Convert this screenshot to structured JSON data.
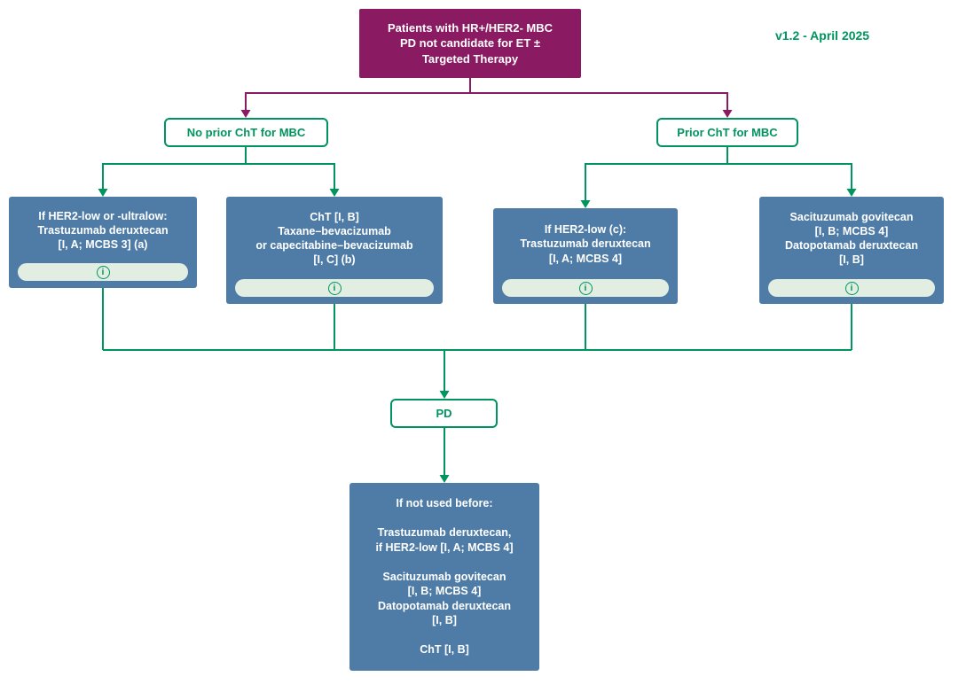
{
  "meta": {
    "version": "v1.2 - April 2025"
  },
  "root": {
    "lines": [
      "Patients with HR+/HER2- MBC",
      "PD not candidate for ET ±",
      "Targeted Therapy"
    ]
  },
  "branches": {
    "left": {
      "label": "No prior ChT for MBC"
    },
    "right": {
      "label": "Prior ChT for MBC"
    }
  },
  "options": [
    {
      "lines": [
        "If HER2-low or -ultralow:",
        "Trastuzumab deruxtecan",
        "[I, A; MCBS 3] (a)"
      ]
    },
    {
      "lines": [
        "ChT [I, B]",
        "Taxane–bevacizumab",
        "or capecitabine–bevacizumab",
        "[I, C] (b)"
      ]
    },
    {
      "lines": [
        "If HER2-low (c):",
        "Trastuzumab deruxtecan",
        "[I, A; MCBS 4]"
      ]
    },
    {
      "lines": [
        "Sacituzumab govitecan",
        "[I, B; MCBS 4]",
        "Datopotamab deruxtecan",
        "[I, B]"
      ]
    }
  ],
  "pd": {
    "label": "PD"
  },
  "final": {
    "lines": [
      "If not used before:",
      "",
      "Trastuzumab deruxtecan,",
      "if HER2-low [I, A; MCBS 4]",
      "",
      "Sacituzumab govitecan",
      "[I, B; MCBS 4]",
      "Datopotamab deruxtecan",
      "[I, B]",
      "",
      "ChT [I, B]"
    ]
  },
  "icons": {
    "info_glyph": "i"
  },
  "colors": {
    "purple": "#8A1A62",
    "green": "#00945F",
    "blue": "#4E7CA7",
    "info_pill_bg": "#E3EEE2",
    "text_on_dark": "#FFFFFF"
  }
}
